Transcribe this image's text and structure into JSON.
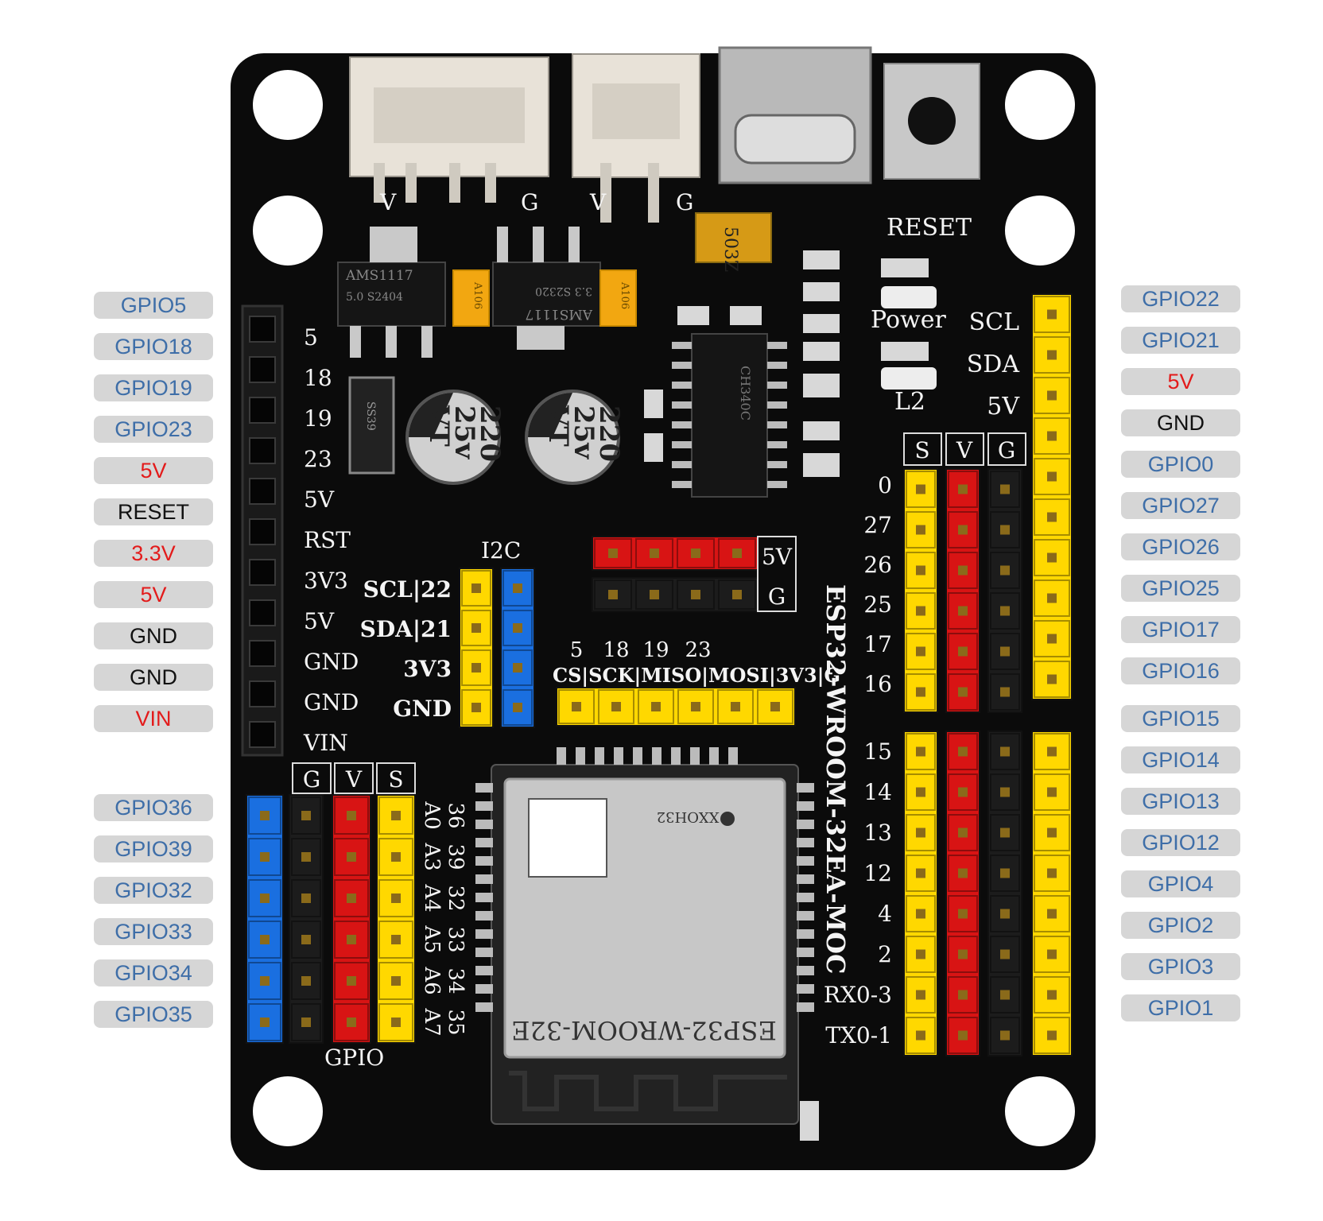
{
  "left_labels": [
    {
      "text": "GPIO5",
      "color": "#3e6ea8"
    },
    {
      "text": "GPIO18",
      "color": "#3e6ea8"
    },
    {
      "text": "GPIO19",
      "color": "#3e6ea8"
    },
    {
      "text": "GPIO23",
      "color": "#3e6ea8"
    },
    {
      "text": "5V",
      "color": "#e31b1b"
    },
    {
      "text": "RESET",
      "color": "#111111"
    },
    {
      "text": "3.3V",
      "color": "#e31b1b"
    },
    {
      "text": "5V",
      "color": "#e31b1b"
    },
    {
      "text": "GND",
      "color": "#111111"
    },
    {
      "text": "GND",
      "color": "#111111"
    },
    {
      "text": "VIN",
      "color": "#e31b1b"
    },
    {
      "text": "GPIO36",
      "color": "#3e6ea8"
    },
    {
      "text": "GPIO39",
      "color": "#3e6ea8"
    },
    {
      "text": "GPIO32",
      "color": "#3e6ea8"
    },
    {
      "text": "GPIO33",
      "color": "#3e6ea8"
    },
    {
      "text": "GPIO34",
      "color": "#3e6ea8"
    },
    {
      "text": "GPIO35",
      "color": "#3e6ea8"
    }
  ],
  "right_labels": [
    {
      "text": "GPIO22",
      "color": "#3e6ea8"
    },
    {
      "text": "GPIO21",
      "color": "#3e6ea8"
    },
    {
      "text": "5V",
      "color": "#e31b1b"
    },
    {
      "text": "GND",
      "color": "#111111"
    },
    {
      "text": "GPIO0",
      "color": "#3e6ea8"
    },
    {
      "text": "GPIO27",
      "color": "#3e6ea8"
    },
    {
      "text": "GPIO26",
      "color": "#3e6ea8"
    },
    {
      "text": "GPIO25",
      "color": "#3e6ea8"
    },
    {
      "text": "GPIO17",
      "color": "#3e6ea8"
    },
    {
      "text": "GPIO16",
      "color": "#3e6ea8"
    },
    {
      "text": "GPIO15",
      "color": "#3e6ea8"
    },
    {
      "text": "GPIO14",
      "color": "#3e6ea8"
    },
    {
      "text": "GPIO13",
      "color": "#3e6ea8"
    },
    {
      "text": "GPIO12",
      "color": "#3e6ea8"
    },
    {
      "text": "GPIO4",
      "color": "#3e6ea8"
    },
    {
      "text": "GPIO2",
      "color": "#3e6ea8"
    },
    {
      "text": "GPIO3",
      "color": "#3e6ea8"
    },
    {
      "text": "GPIO1",
      "color": "#3e6ea8"
    }
  ],
  "board": {
    "left_header_pins": [
      "5",
      "18",
      "19",
      "23",
      "5V",
      "RST",
      "3V3",
      "5V",
      "GND",
      "GND",
      "VIN"
    ],
    "power_connector_labels": [
      "V",
      "G",
      "V",
      "G"
    ],
    "reset_label": "RESET",
    "power_led_label": "Power",
    "l2_led_label": "L2",
    "top_right_pins": [
      "SCL",
      "SDA",
      "5V"
    ],
    "svg_header": [
      "S",
      "V",
      "G"
    ],
    "right_upper_pins": [
      "0",
      "27",
      "26",
      "25",
      "17",
      "16"
    ],
    "right_lower_pins": [
      "15",
      "14",
      "13",
      "12",
      "4",
      "2",
      "RX0-3",
      "TX0-1"
    ],
    "i2c_title": "I2C",
    "i2c_pins": [
      "SCL|22",
      "SDA|21",
      "3V3",
      "GND"
    ],
    "power_bus_labels": [
      "5V",
      "G"
    ],
    "spi_numbers": [
      "5",
      "18",
      "19",
      "23"
    ],
    "spi_label": "CS|SCK|MISO|MOSI|3V3|G",
    "gpio_header": [
      "G",
      "V",
      "S"
    ],
    "adc_pins": [
      "36",
      "39",
      "32",
      "33",
      "34",
      "35"
    ],
    "adc_names": [
      "A0",
      "A3",
      "A4",
      "A5",
      "A6",
      "A7"
    ],
    "gpio_label": "GPIO",
    "model_text": "ESP32-WROOM-32EA-MOC",
    "module_name": "ESP32-WROOM-32E",
    "module_text_top": "XXOH32",
    "regulator_1": "AMS1117",
    "regulator_1_sub": "5.0  S2404",
    "regulator_2": "AMS1117",
    "regulator_2_sub": "3.3  S2320",
    "cap_text": "A106",
    "cap1_lines": [
      "220",
      "25v",
      "VT"
    ],
    "cap2_lines": [
      "220",
      "25v",
      "VT"
    ],
    "fuse_text": "503Z",
    "chip_text": "CH340C",
    "diode_text": "SS39"
  },
  "colors": {
    "pcb": "#0b0b0b",
    "yellow": "#ffd800",
    "red": "#d81414",
    "blue": "#1a6fe0",
    "black_header": "#1c1c1c",
    "label_bg": "#d6d6d6"
  }
}
